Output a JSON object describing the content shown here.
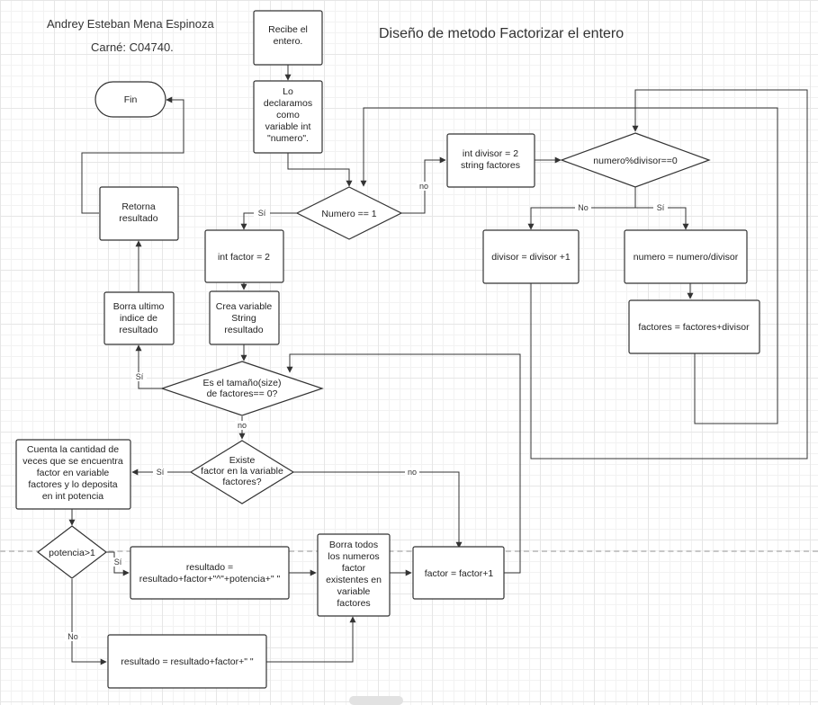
{
  "header": {
    "author": "Andrey Esteban Mena Espinoza",
    "carne": "Carné: C04740.",
    "title": "Diseño de metodo Factorizar el entero"
  },
  "nodes": {
    "recibe": [
      "Recibe el",
      "entero."
    ],
    "declaramos": [
      "Lo",
      "declaramos",
      "como",
      "variable int",
      "\"numero\"."
    ],
    "numero_eq_1": [
      "Numero == 1"
    ],
    "int_divisor": [
      "int divisor = 2",
      "string factores"
    ],
    "mod_divisor": [
      "numero%divisor==0"
    ],
    "divisor_inc": [
      "divisor = divisor +1"
    ],
    "numero_div": [
      "numero = numero/divisor"
    ],
    "factores_add": [
      "factores = factores+divisor"
    ],
    "fin": [
      "Fin"
    ],
    "retorna": [
      "Retorna",
      "resultado"
    ],
    "int_factor": [
      "int factor = 2"
    ],
    "crea_var": [
      "Crea variable",
      "String",
      "resultado"
    ],
    "borra_ultimo": [
      "Borra ultimo",
      "indice de",
      "resultado"
    ],
    "size_check": [
      "Es el tamaño(size)",
      "de factores== 0?"
    ],
    "existe": [
      "Existe",
      "factor en la variable",
      "factores?"
    ],
    "cuenta": [
      "Cuenta la cantidad de",
      "veces que se encuentra",
      "factor en variable",
      "factores y lo deposita",
      "en int potencia"
    ],
    "potencia_gt_1": [
      "potencia>1"
    ],
    "resultado_pot": [
      "resultado =",
      "resultado+factor+\"^\"+potencia+\" \""
    ],
    "borra_todos": [
      "Borra todos",
      "los numeros",
      "factor",
      "existentes en",
      "variable",
      "factores"
    ],
    "factor_inc": [
      "factor = factor+1"
    ],
    "resultado_simple": [
      "resultado = resultado+factor+\" \""
    ]
  },
  "edge_labels": {
    "no_numero": "no",
    "si_numero": "Sí",
    "no_mod": "No",
    "si_mod": "Sí",
    "si_size": "Sí",
    "no_size": "no",
    "si_existe": "Sí",
    "no_existe": "no",
    "si_potencia": "Sí",
    "no_potencia": "No"
  }
}
